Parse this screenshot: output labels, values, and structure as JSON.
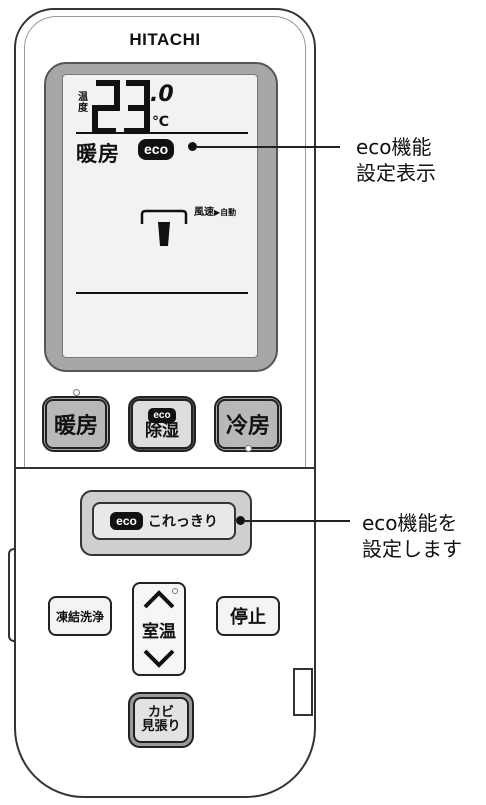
{
  "brand": "HITACHI",
  "display": {
    "temp_label_top": "温",
    "temp_label_bottom": "度",
    "temp_integer": "23",
    "temp_decimal": ".0",
    "temp_unit": "℃",
    "mode": "暖房",
    "eco_badge": "eco",
    "fan_label": "風速",
    "fan_mode": "自動"
  },
  "buttons": {
    "heat": "暖房",
    "eco_dehumidify_top": "eco",
    "eco_dehumidify_bottom": "除湿",
    "cool": "冷房",
    "kore_eco": "eco",
    "kore_label": "これっきり",
    "freeze_wash": "凍結洗浄",
    "temp_up_label": "室温",
    "stop": "停止",
    "mold_top": "カビ",
    "mold_bottom": "見張り"
  },
  "callouts": [
    {
      "line1": "eco機能",
      "line2": "設定表示"
    },
    {
      "line1": "eco機能を",
      "line2": "設定します"
    }
  ]
}
